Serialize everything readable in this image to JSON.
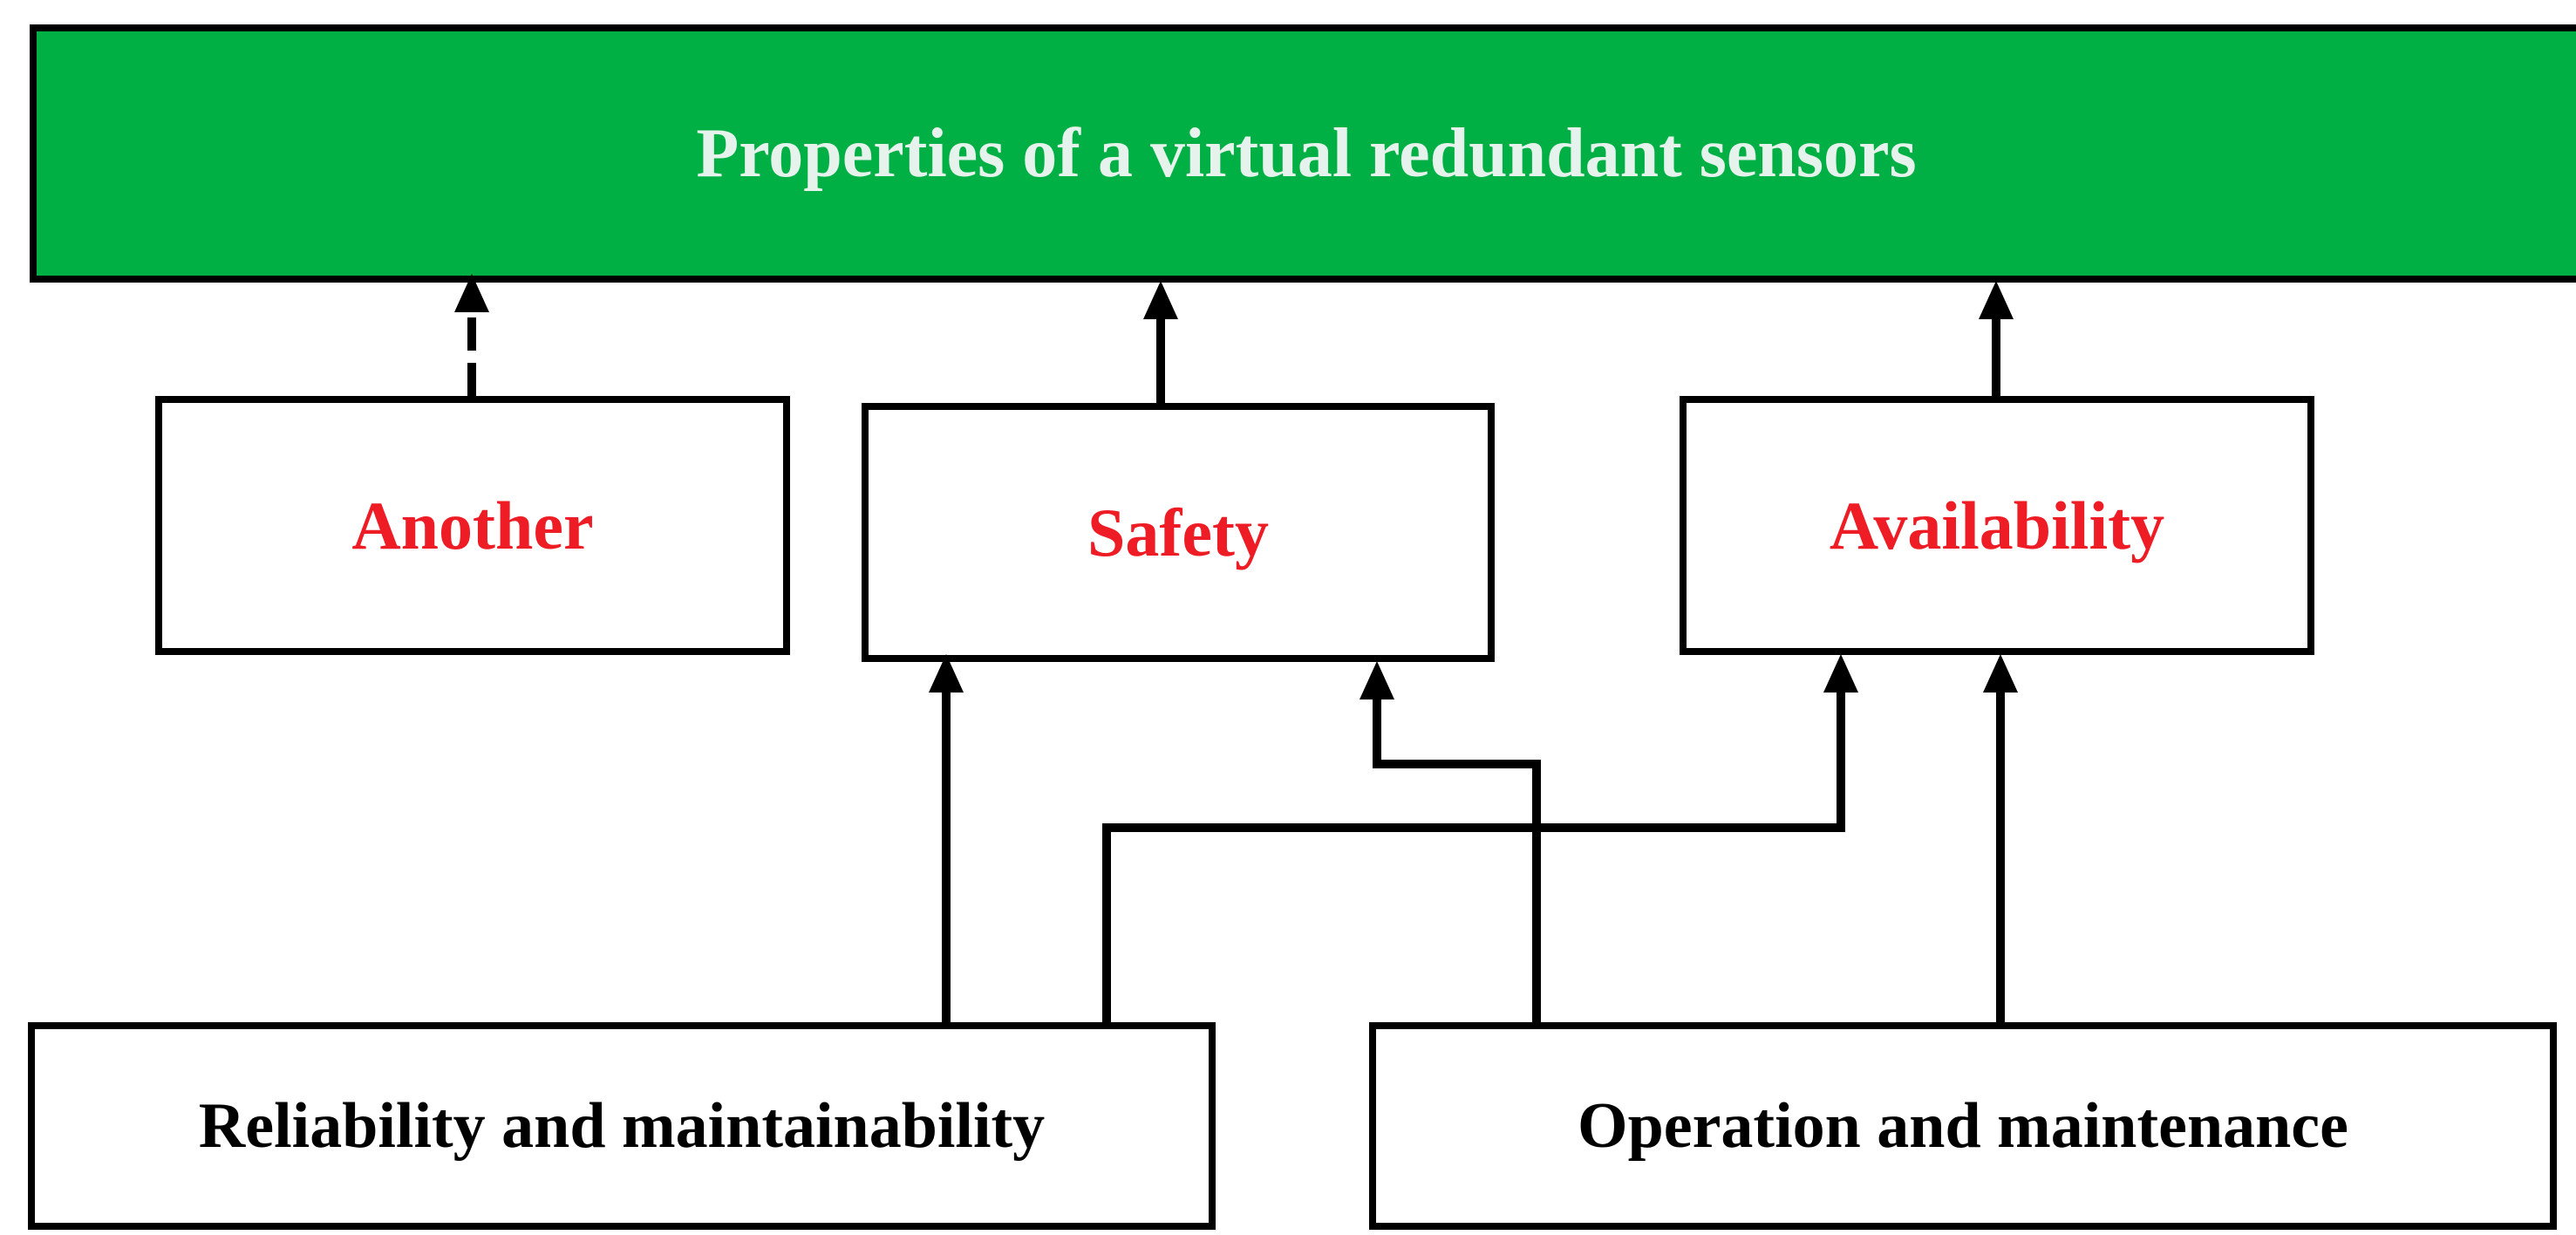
{
  "title": "Properties of a virtual redundant sensors",
  "properties": [
    {
      "id": "another",
      "label": "Another"
    },
    {
      "id": "safety",
      "label": "Safety"
    },
    {
      "id": "availability",
      "label": "Availability"
    }
  ],
  "sources": [
    {
      "id": "reliability",
      "label": "Reliability and maintainability"
    },
    {
      "id": "operation",
      "label": "Operation and maintenance"
    }
  ],
  "links": [
    {
      "from": "another",
      "to": "title",
      "style": "dashed"
    },
    {
      "from": "safety",
      "to": "title",
      "style": "solid"
    },
    {
      "from": "availability",
      "to": "title",
      "style": "solid"
    },
    {
      "from": "reliability",
      "to": "safety",
      "style": "solid"
    },
    {
      "from": "reliability",
      "to": "availability",
      "style": "solid"
    },
    {
      "from": "operation",
      "to": "safety",
      "style": "solid"
    },
    {
      "from": "operation",
      "to": "availability",
      "style": "solid"
    }
  ],
  "colors": {
    "title_bg": "#00b044",
    "title_text": "#e6f2ec",
    "property_text": "#ee1c24",
    "source_text": "#000000",
    "border": "#000000"
  }
}
